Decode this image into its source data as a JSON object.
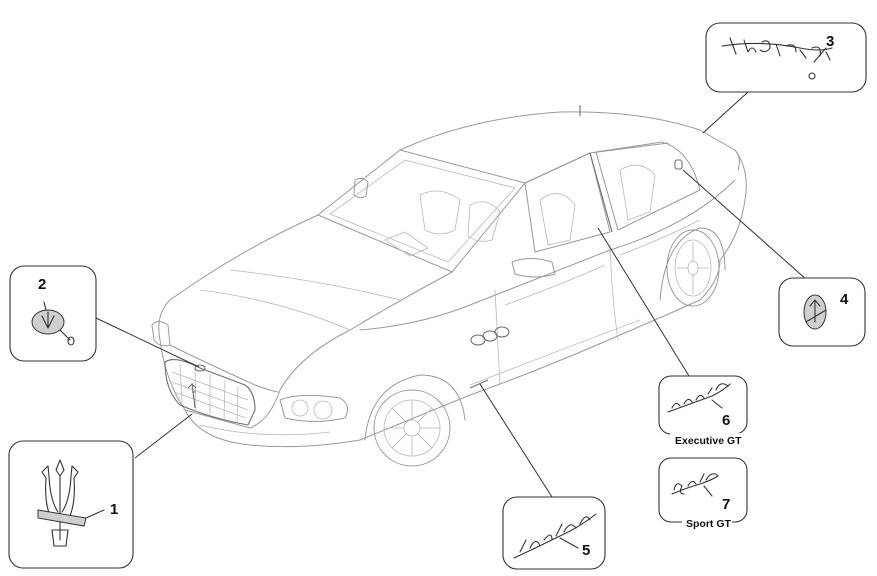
{
  "callouts": [
    {
      "number": "1",
      "caption": ""
    },
    {
      "number": "2",
      "caption": ""
    },
    {
      "number": "3",
      "caption": ""
    },
    {
      "number": "4",
      "caption": ""
    },
    {
      "number": "5",
      "caption": ""
    },
    {
      "number": "6",
      "caption": "Executive GT"
    },
    {
      "number": "7",
      "caption": "Sport GT"
    }
  ],
  "colors": {
    "line": "#333333",
    "car_outline": "#9a9a9a",
    "background": "#ffffff"
  }
}
